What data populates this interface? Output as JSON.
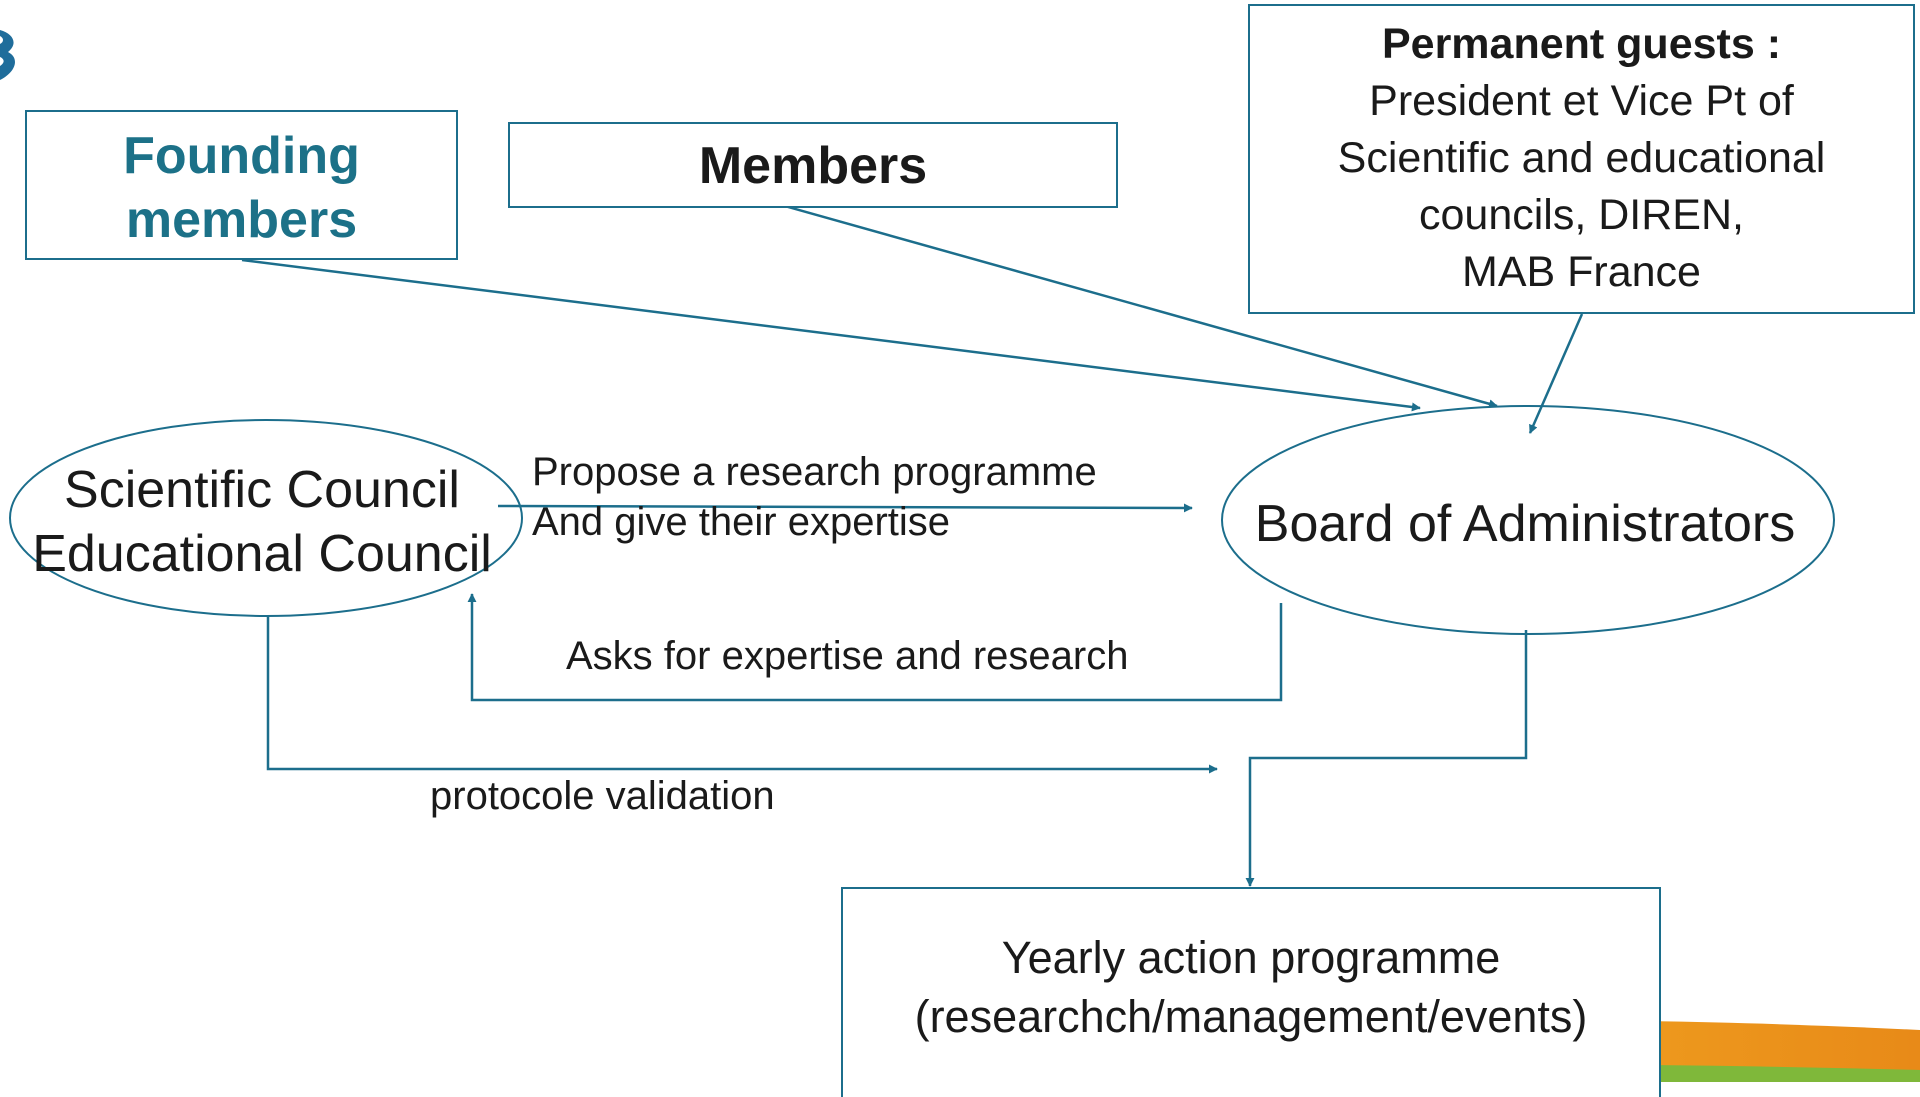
{
  "founding_members": {
    "title": "Founding members"
  },
  "members": {
    "title": "Members"
  },
  "permanent_guests": {
    "heading": "Permanent guests :",
    "lines": [
      "President et Vice Pt of",
      "Scientific and educational",
      "councils, DIREN,",
      "MAB France"
    ]
  },
  "councils": {
    "line1": "Scientific Council",
    "line2": "Educational Council"
  },
  "board": {
    "title": "Board of Administrators"
  },
  "labels": {
    "propose_line1": "Propose a research programme",
    "propose_line2": "And give their expertise",
    "asks": "Asks for expertise and research",
    "protocol": "protocole validation"
  },
  "yearly_programme": {
    "line1": "Yearly action programme",
    "line2": "(researchch/management/events)"
  },
  "colors": {
    "line": "#1c6e8c",
    "founding_text": "#1c7188",
    "banner_orange": "#f0a020",
    "banner_green": "#7fb83a",
    "logo_blue": "#1f6d9b"
  }
}
